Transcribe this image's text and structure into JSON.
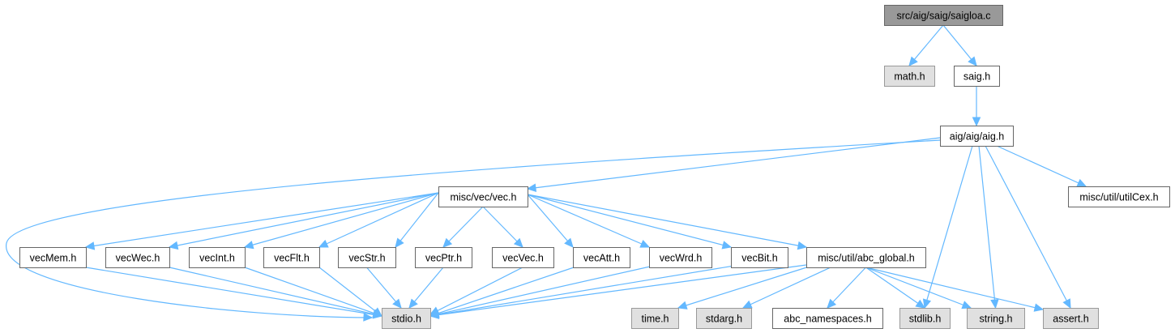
{
  "title": "Include dependency graph for src/aig/saig/saigloa.c",
  "colors": {
    "edge": "#63b8ff",
    "root_fill": "#999999",
    "system_fill": "#e0e0e0",
    "plain_fill": "#ffffff"
  },
  "nodes": [
    {
      "id": "saigloa",
      "label": "src/aig/saig/saigloa.c",
      "kind": "root"
    },
    {
      "id": "math",
      "label": "math.h",
      "kind": "sys"
    },
    {
      "id": "saig",
      "label": "saig.h",
      "kind": "plain"
    },
    {
      "id": "aig",
      "label": "aig/aig/aig.h",
      "kind": "plain"
    },
    {
      "id": "vec",
      "label": "misc/vec/vec.h",
      "kind": "plain"
    },
    {
      "id": "utilCex",
      "label": "misc/util/utilCex.h",
      "kind": "plain"
    },
    {
      "id": "vecMem",
      "label": "vecMem.h",
      "kind": "plain"
    },
    {
      "id": "vecWec",
      "label": "vecWec.h",
      "kind": "plain"
    },
    {
      "id": "vecInt",
      "label": "vecInt.h",
      "kind": "plain"
    },
    {
      "id": "vecFlt",
      "label": "vecFlt.h",
      "kind": "plain"
    },
    {
      "id": "vecStr",
      "label": "vecStr.h",
      "kind": "plain"
    },
    {
      "id": "vecPtr",
      "label": "vecPtr.h",
      "kind": "plain"
    },
    {
      "id": "vecVec",
      "label": "vecVec.h",
      "kind": "plain"
    },
    {
      "id": "vecAtt",
      "label": "vecAtt.h",
      "kind": "plain"
    },
    {
      "id": "vecWrd",
      "label": "vecWrd.h",
      "kind": "plain"
    },
    {
      "id": "vecBit",
      "label": "vecBit.h",
      "kind": "plain"
    },
    {
      "id": "abc_global",
      "label": "misc/util/abc_global.h",
      "kind": "plain"
    },
    {
      "id": "stdio",
      "label": "stdio.h",
      "kind": "sys"
    },
    {
      "id": "time",
      "label": "time.h",
      "kind": "sys"
    },
    {
      "id": "stdarg",
      "label": "stdarg.h",
      "kind": "sys"
    },
    {
      "id": "abc_namespaces",
      "label": "abc_namespaces.h",
      "kind": "plain"
    },
    {
      "id": "stdlib",
      "label": "stdlib.h",
      "kind": "sys"
    },
    {
      "id": "string",
      "label": "string.h",
      "kind": "sys"
    },
    {
      "id": "assert",
      "label": "assert.h",
      "kind": "sys"
    }
  ],
  "edges": [
    [
      "saigloa",
      "math"
    ],
    [
      "saigloa",
      "saig"
    ],
    [
      "saig",
      "aig"
    ],
    [
      "aig",
      "stdio"
    ],
    [
      "aig",
      "vec"
    ],
    [
      "aig",
      "utilCex"
    ],
    [
      "aig",
      "stdlib"
    ],
    [
      "aig",
      "string"
    ],
    [
      "aig",
      "assert"
    ],
    [
      "vec",
      "vecMem"
    ],
    [
      "vec",
      "vecWec"
    ],
    [
      "vec",
      "vecInt"
    ],
    [
      "vec",
      "vecFlt"
    ],
    [
      "vec",
      "vecStr"
    ],
    [
      "vec",
      "vecPtr"
    ],
    [
      "vec",
      "vecVec"
    ],
    [
      "vec",
      "vecAtt"
    ],
    [
      "vec",
      "vecWrd"
    ],
    [
      "vec",
      "vecBit"
    ],
    [
      "vec",
      "abc_global"
    ],
    [
      "vecMem",
      "stdio"
    ],
    [
      "vecWec",
      "stdio"
    ],
    [
      "vecInt",
      "stdio"
    ],
    [
      "vecFlt",
      "stdio"
    ],
    [
      "vecStr",
      "stdio"
    ],
    [
      "vecPtr",
      "stdio"
    ],
    [
      "vecVec",
      "stdio"
    ],
    [
      "vecAtt",
      "stdio"
    ],
    [
      "vecWrd",
      "stdio"
    ],
    [
      "vecBit",
      "stdio"
    ],
    [
      "abc_global",
      "stdio"
    ],
    [
      "abc_global",
      "time"
    ],
    [
      "abc_global",
      "stdarg"
    ],
    [
      "abc_global",
      "abc_namespaces"
    ],
    [
      "abc_global",
      "stdlib"
    ],
    [
      "abc_global",
      "string"
    ],
    [
      "abc_global",
      "assert"
    ]
  ]
}
